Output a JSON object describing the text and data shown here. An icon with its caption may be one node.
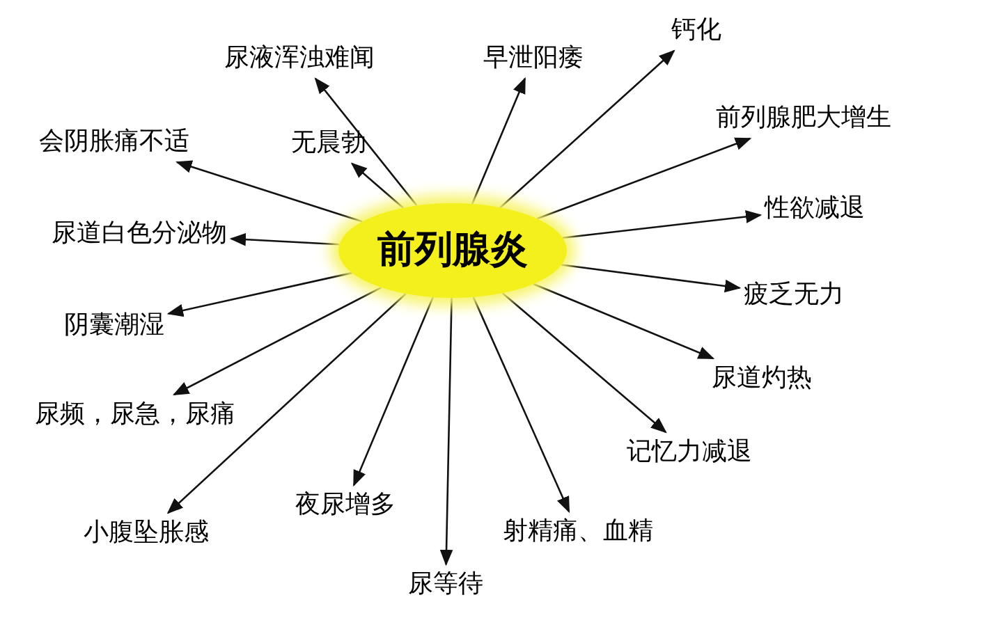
{
  "diagram": {
    "nodes": [
      {
        "text": [
          "前列腺炎"
        ]
      },
      {
        "text": [
          "尿液浑浊难闻"
        ]
      },
      {
        "text": [
          "早泄阳痿"
        ]
      },
      {
        "text": [
          "钙化"
        ]
      },
      {
        "text": [
          "会阴胀痛不适"
        ]
      },
      {
        "text": [
          "前列腺肥大增生"
        ]
      },
      {
        "text": [
          "无晨勃"
        ]
      },
      {
        "text": [
          "性欲减退"
        ]
      },
      {
        "text": [
          "尿道白色分泌物"
        ]
      },
      {
        "text": [
          "疲乏无力"
        ]
      },
      {
        "text": [
          "阴囊潮湿"
        ]
      },
      {
        "text": [
          "尿道灼热"
        ]
      },
      {
        "text": [
          "尿频，尿急，尿痛"
        ]
      },
      {
        "text": [
          "记忆力减退"
        ]
      },
      {
        "text": [
          "夜尿增多"
        ]
      },
      {
        "text": [
          "小腹坠胀感"
        ]
      },
      {
        "text": [
          "射精痛、血精"
        ]
      },
      {
        "text": [
          "尿等待"
        ]
      }
    ],
    "edges": [
      {
        "from": 0,
        "to": 1,
        "arrow": "to"
      },
      {
        "from": 0,
        "to": 2,
        "arrow": "to"
      },
      {
        "from": 0,
        "to": 3,
        "arrow": "to"
      },
      {
        "from": 0,
        "to": 4,
        "arrow": "to"
      },
      {
        "from": 0,
        "to": 5,
        "arrow": "to"
      },
      {
        "from": 0,
        "to": 6,
        "arrow": "to"
      },
      {
        "from": 0,
        "to": 7,
        "arrow": "to"
      },
      {
        "from": 0,
        "to": 8,
        "arrow": "to"
      },
      {
        "from": 0,
        "to": 9,
        "arrow": "to"
      },
      {
        "from": 0,
        "to": 10,
        "arrow": "to"
      },
      {
        "from": 0,
        "to": 11,
        "arrow": "to"
      },
      {
        "from": 0,
        "to": 12,
        "arrow": "to"
      },
      {
        "from": 0,
        "to": 13,
        "arrow": "to"
      },
      {
        "from": 0,
        "to": 14,
        "arrow": "to"
      },
      {
        "from": 0,
        "to": 15,
        "arrow": "to"
      },
      {
        "from": 0,
        "to": 16,
        "arrow": "to"
      },
      {
        "from": 0,
        "to": 17,
        "arrow": "to"
      }
    ]
  }
}
